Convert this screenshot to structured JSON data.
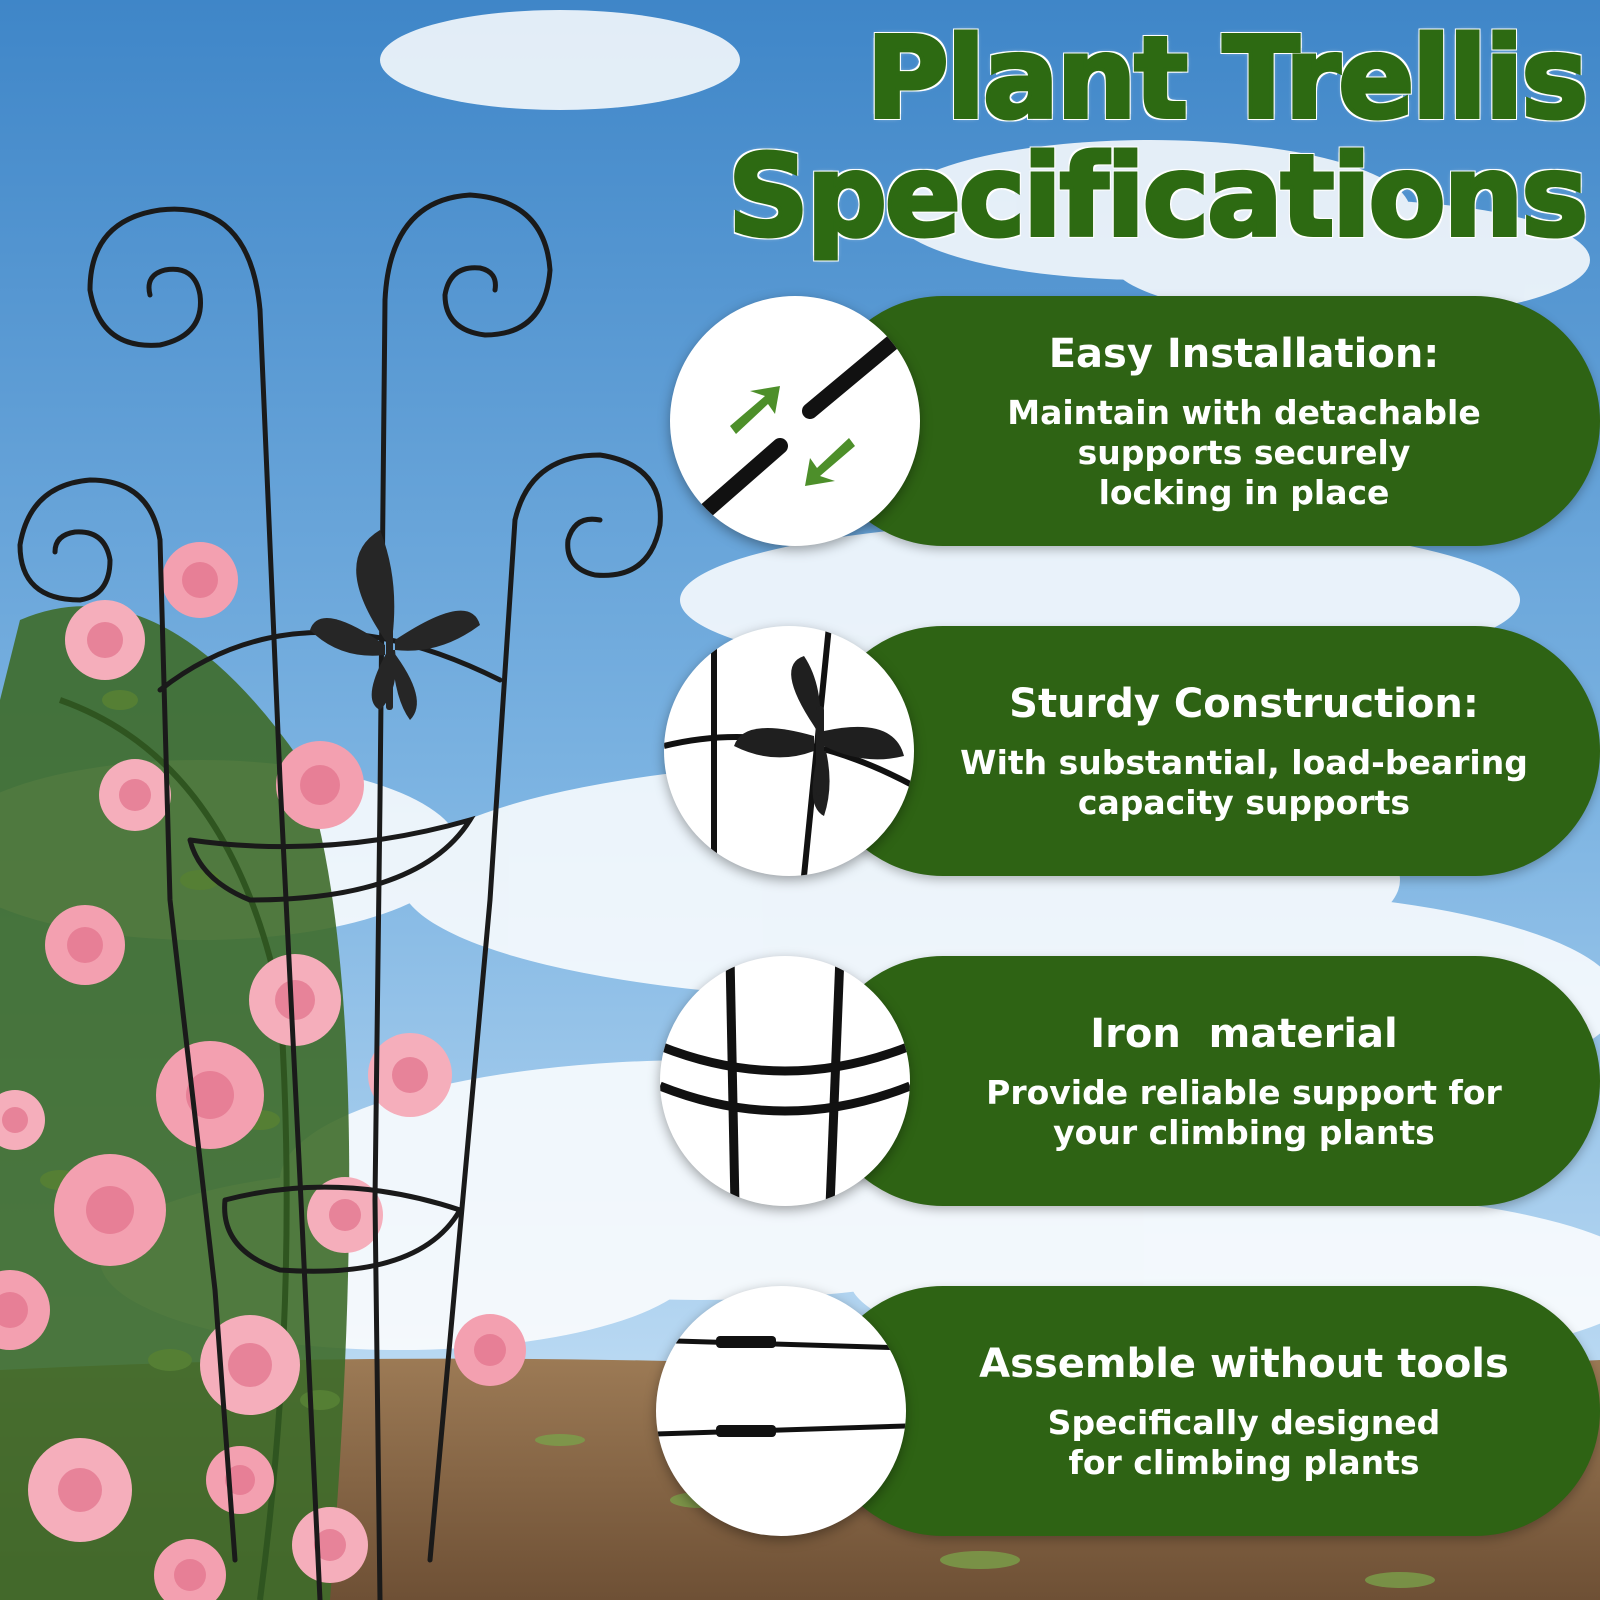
{
  "title": {
    "line1": "Plant Trellis",
    "line2": "Specifications"
  },
  "features": [
    {
      "title": "Easy Installation:",
      "description": "Maintain with detachable\nsupports securely\nlocking in place",
      "icon": "detachable-rod-icon"
    },
    {
      "title": "Sturdy Construction:",
      "description": "With substantial, load-bearing\ncapacity supports",
      "icon": "butterfly-icon"
    },
    {
      "title": "Iron  material",
      "description": "Provide reliable support for\nyour climbing plants",
      "icon": "iron-grid-icon"
    },
    {
      "title": "Assemble without tools",
      "description": "Specifically designed\nfor climbing plants",
      "icon": "connector-rod-icon"
    }
  ],
  "colors": {
    "brand_green": "#2e6314",
    "title_green": "#2d6a12",
    "sky_top": "#3f86c8",
    "rose_pink": "#f3a0b0"
  }
}
